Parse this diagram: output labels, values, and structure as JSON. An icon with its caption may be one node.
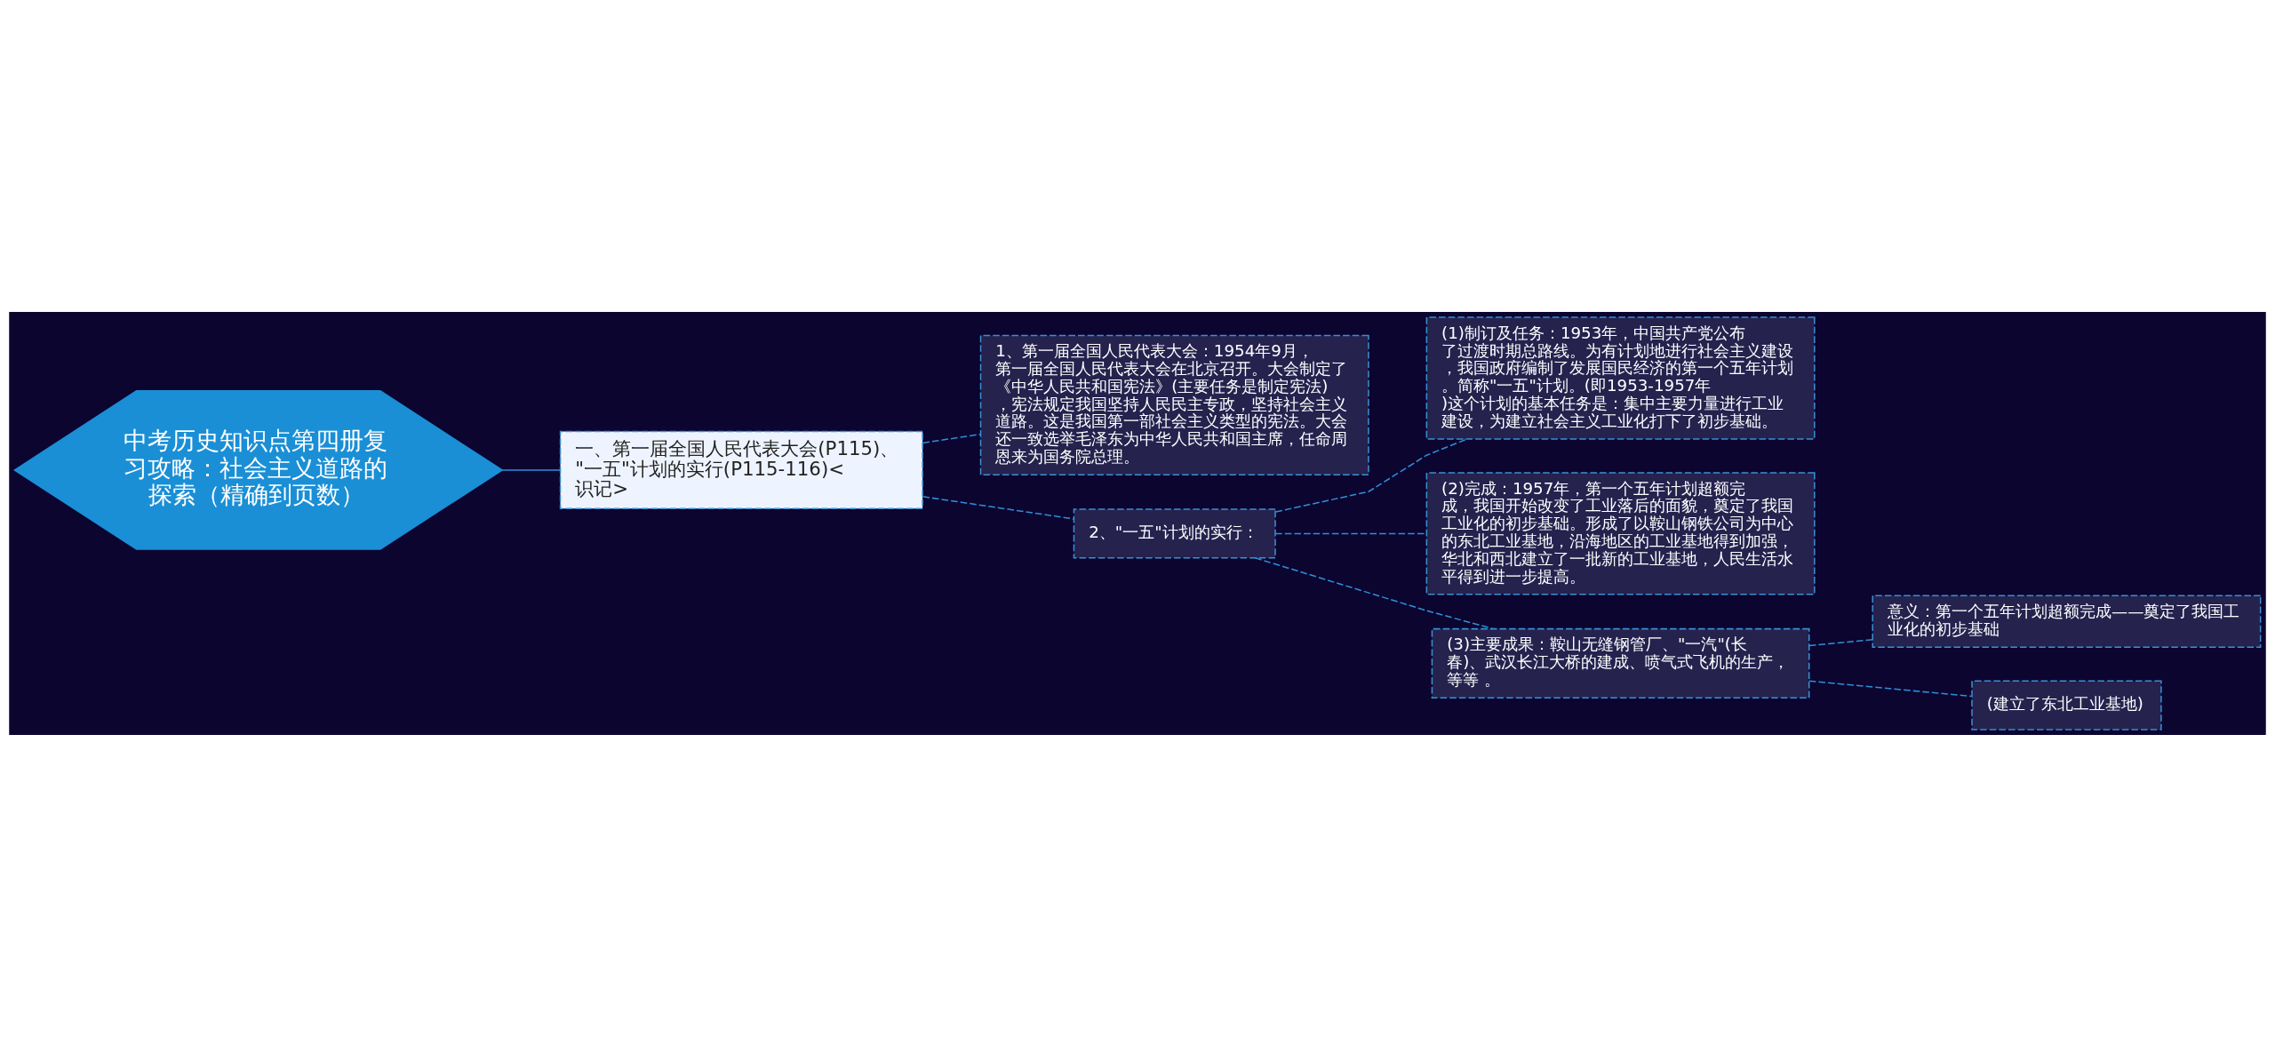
{
  "diagram": {
    "nodes": [
      {
        "text": [
          "中考历史知识点第四册复习攻略：社会主义道路的探索（精确到页数）"
        ]
      },
      {
        "text": [
          "一、第一届全国人民代表大会(P115)、\"一五\"计划的实行(P115-116)<识记>"
        ]
      },
      {
        "text": [
          "1、第一届全国人民代表大会：1954年9月，第一届全国人民代表大会在北京召开。大会制定了《中华人民共和国宪法》(主要任务是制定宪法)，宪法规定我国坚持人民民主专政，坚持社会主义道路。这是我国第一部社会主义类型的宪法。大会还一致选举毛泽东为中华人民共和国主席，任命周恩来为国务院总理。"
        ]
      },
      {
        "text": [
          "2、\"一五\"计划的实行："
        ]
      },
      {
        "text": [
          "(1)制订及任务：1953年，中国共产党公布了过渡时期总路线。为有计划地进行社会主义建设，我国政府编制了发展国民经济的第一个五年计划。简称\"一五\"计划。(即1953-1957年)这个计划的基本任务是：集中主要力量进行工业建设，为建立社会主义工业化打下了初步基础。"
        ]
      },
      {
        "text": [
          "(2)完成：1957年，第一个五年计划超额完成，我国开始改变了工业落后的面貌，奠定了我国工业化的初步基础。形成了以鞍山钢铁公司为中心的东北工业基地，沿海地区的工业基地得到加强，华北和西北建立了一批新的工业基地，人民生活水平得到进一步提高。"
        ]
      },
      {
        "text": [
          "(3)主要成果：鞍山无缝钢管厂、\"一汽\"(长春)、武汉长江大桥的建成、喷气式飞机的生产，等等 。"
        ]
      },
      {
        "text": [
          "意义：第一个五年计划超额完成——奠定了我国工业化的初步基础"
        ]
      },
      {
        "text": [
          "(建立了东北工业基地)"
        ]
      }
    ],
    "edges": [
      {
        "from": 0,
        "to": 1,
        "arrow": "none"
      },
      {
        "from": 1,
        "to": 2,
        "arrow": "none",
        "style": "dashed"
      },
      {
        "from": 1,
        "to": 3,
        "arrow": "none",
        "style": "dashed"
      },
      {
        "from": 3,
        "to": 4,
        "arrow": "none",
        "style": "dashed"
      },
      {
        "from": 3,
        "to": 5,
        "arrow": "none",
        "style": "dashed"
      },
      {
        "from": 3,
        "to": 6,
        "arrow": "none",
        "style": "dashed"
      },
      {
        "from": 6,
        "to": 7,
        "arrow": "none",
        "style": "dashed"
      },
      {
        "from": 6,
        "to": 8,
        "arrow": "none",
        "style": "dashed"
      }
    ]
  }
}
